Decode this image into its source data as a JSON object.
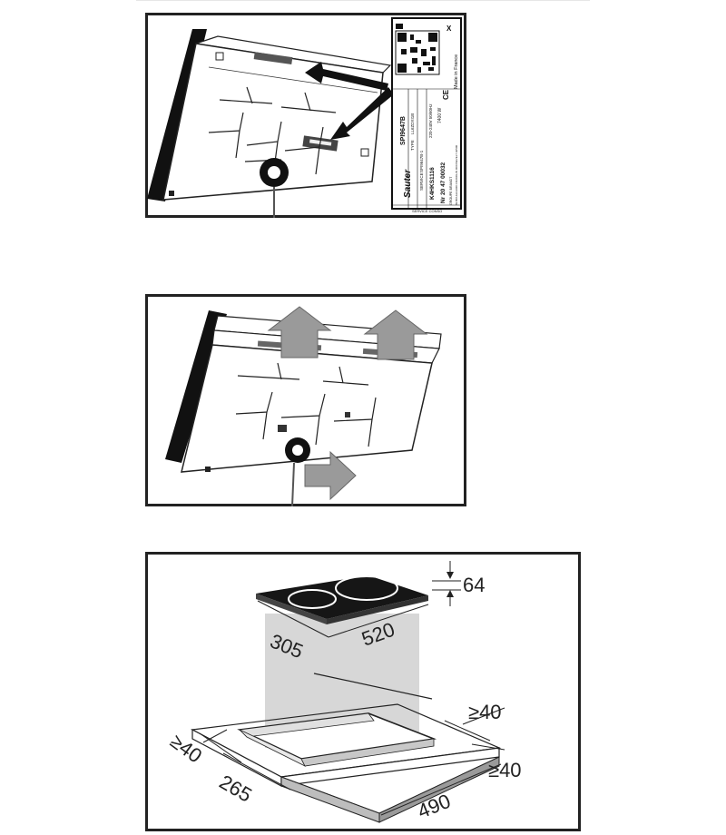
{
  "panel1": {
    "rating_label": {
      "brand": "Sauter",
      "model": "SPI9647B",
      "type_prefix": "TYPE",
      "type_code": "LL6ZDXI1B",
      "service_prefix": "SERVICE",
      "service_code": "SPI9647B-1",
      "voltage": "220-240V 50/60Hz",
      "power": "7400 W",
      "serial_code": "K4HKS1116",
      "serial_number": "Nr 20 47 00032",
      "origin": "Made in France",
      "manufacturer": "GROUPE BRANDT",
      "address": "89 BOULEVARD FRANKLIN ROOSEVELT 92500",
      "footer": "SERVICE CONSO",
      "mark_ce": "CE",
      "mark_weee": "X"
    }
  },
  "panel3": {
    "dimensions": {
      "height": "64",
      "depth": "305",
      "width": "520",
      "clearance_back": "≥40",
      "clearance_front": "≥40",
      "clearance_side": "≥40",
      "cutout_depth": "265",
      "cutout_width": "490"
    }
  },
  "colors": {
    "frame": "#222222",
    "arrow_gray": "#9a9a9a",
    "shaft_gray": "#c9c9c9",
    "hob_top": "#161616"
  }
}
